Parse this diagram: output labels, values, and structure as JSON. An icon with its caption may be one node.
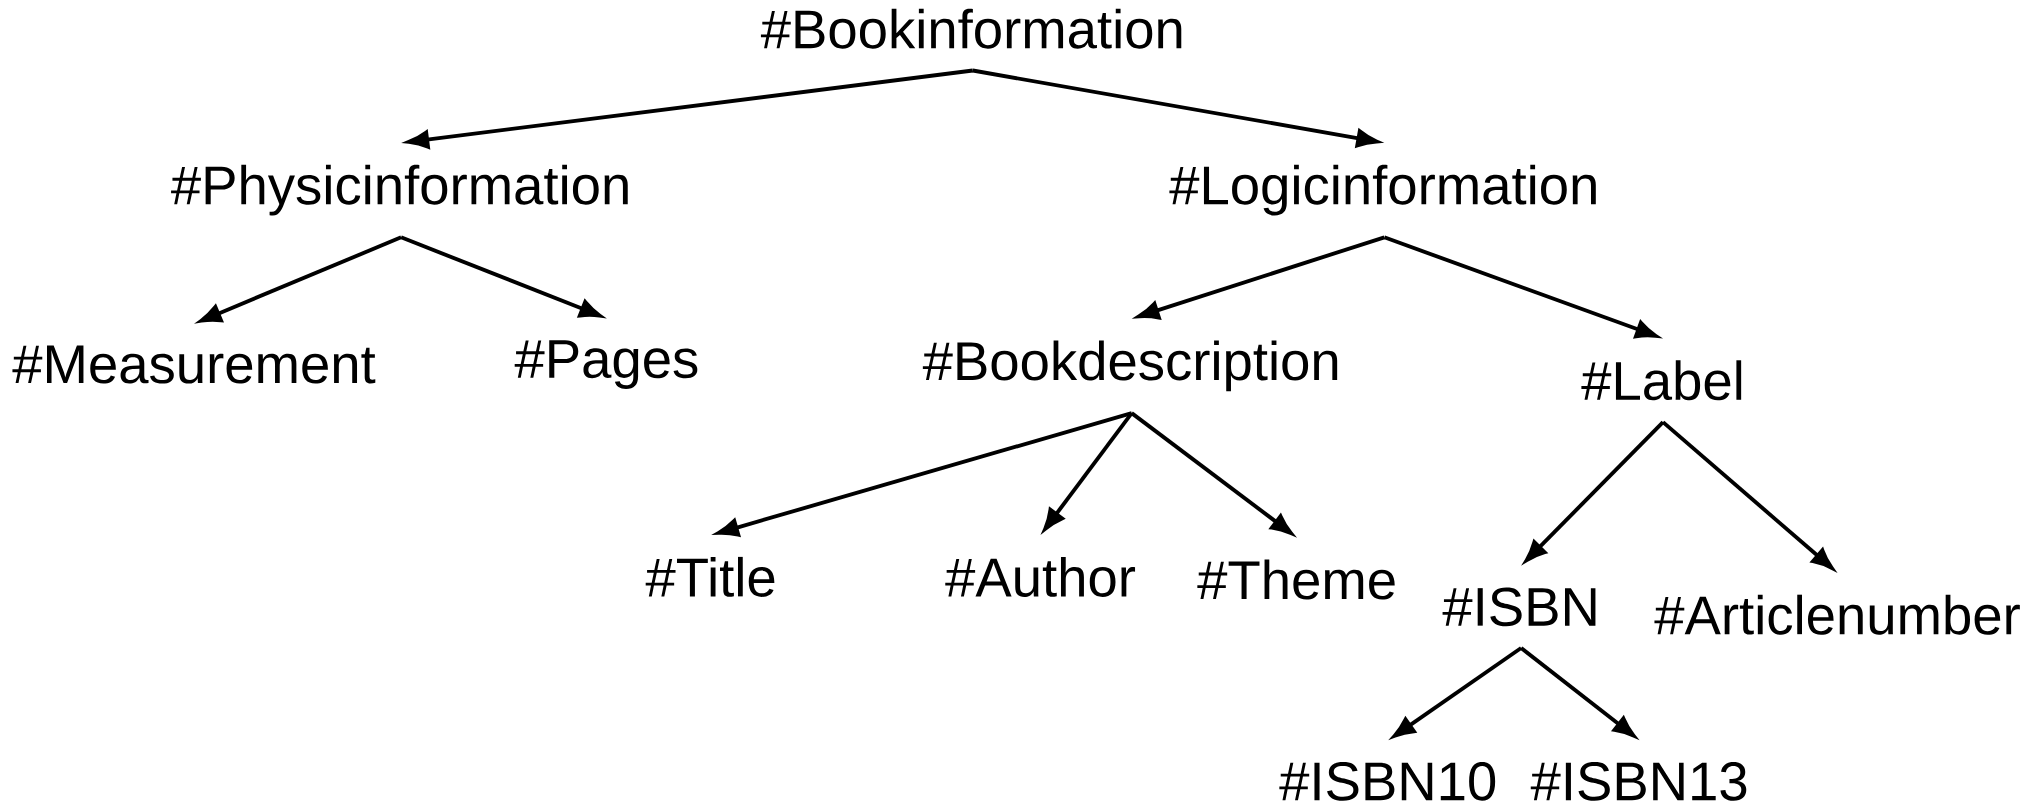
{
  "diagram": {
    "nodes": [
      {
        "text": [
          "#Bookinformation"
        ]
      },
      {
        "text": [
          "#Physicinformation"
        ]
      },
      {
        "text": [
          "#Logicinformation"
        ]
      },
      {
        "text": [
          "#Measurement"
        ]
      },
      {
        "text": [
          "#Pages"
        ]
      },
      {
        "text": [
          "#Bookdescription"
        ]
      },
      {
        "text": [
          "#Label"
        ]
      },
      {
        "text": [
          "#Title"
        ]
      },
      {
        "text": [
          "#Author"
        ]
      },
      {
        "text": [
          "#Theme"
        ]
      },
      {
        "text": [
          "#ISBN"
        ]
      },
      {
        "text": [
          "#Articlenumber"
        ]
      },
      {
        "text": [
          "#ISBN10"
        ]
      },
      {
        "text": [
          "#ISBN13"
        ]
      }
    ],
    "edges": [
      {
        "from": 0,
        "to": 1,
        "arrow": "to"
      },
      {
        "from": 0,
        "to": 2,
        "arrow": "to"
      },
      {
        "from": 1,
        "to": 3,
        "arrow": "to"
      },
      {
        "from": 1,
        "to": 4,
        "arrow": "to"
      },
      {
        "from": 2,
        "to": 5,
        "arrow": "to"
      },
      {
        "from": 2,
        "to": 6,
        "arrow": "to"
      },
      {
        "from": 5,
        "to": 7,
        "arrow": "to"
      },
      {
        "from": 5,
        "to": 8,
        "arrow": "to"
      },
      {
        "from": 5,
        "to": 9,
        "arrow": "to"
      },
      {
        "from": 6,
        "to": 10,
        "arrow": "to"
      },
      {
        "from": 6,
        "to": 11,
        "arrow": "to"
      },
      {
        "from": 10,
        "to": 12,
        "arrow": "to"
      },
      {
        "from": 10,
        "to": 13,
        "arrow": "to"
      }
    ]
  }
}
